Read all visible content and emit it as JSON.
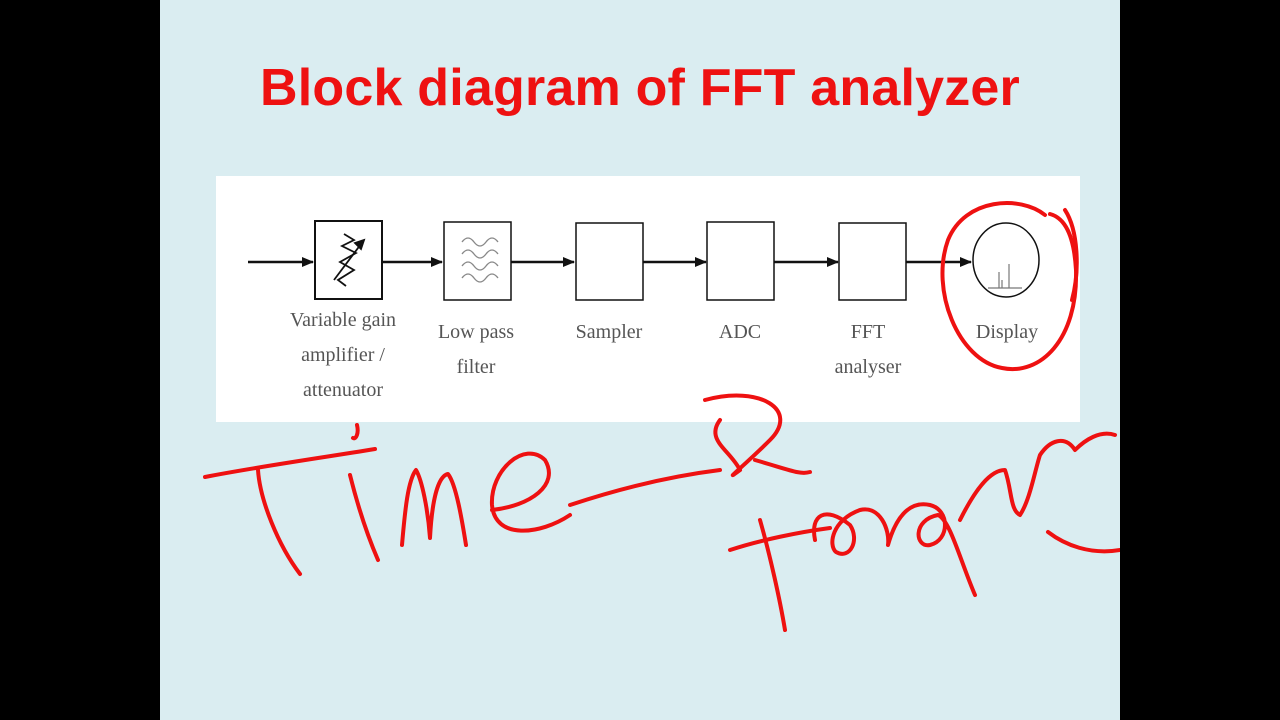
{
  "title": "Block diagram of FFT analyzer",
  "blocks": [
    {
      "label": "Variable gain amplifier / attenuator",
      "icon": "variable-gain-icon"
    },
    {
      "label": "Low pass filter",
      "icon": "waveform-icon"
    },
    {
      "label": "Sampler",
      "icon": ""
    },
    {
      "label": "ADC",
      "icon": ""
    },
    {
      "label": "FFT analyser",
      "icon": ""
    },
    {
      "label": "Display",
      "icon": "spectrum-display-icon"
    }
  ],
  "label_lines": [
    [
      "Variable gain",
      "amplifier /",
      "attenuator"
    ],
    [
      "Low pass",
      "filter"
    ],
    [
      "Sampler"
    ],
    [
      "ADC"
    ],
    [
      "FFT",
      "analyser"
    ],
    [
      "Display"
    ]
  ],
  "annotation": {
    "handwritten_text": "Time Frequency",
    "color": "#ee1111"
  },
  "colors": {
    "slide_bg": "#daedf1",
    "title": "#ee1111",
    "diagram_bg": "#ffffff",
    "block_stroke": "#111111",
    "label_text": "#555555"
  }
}
